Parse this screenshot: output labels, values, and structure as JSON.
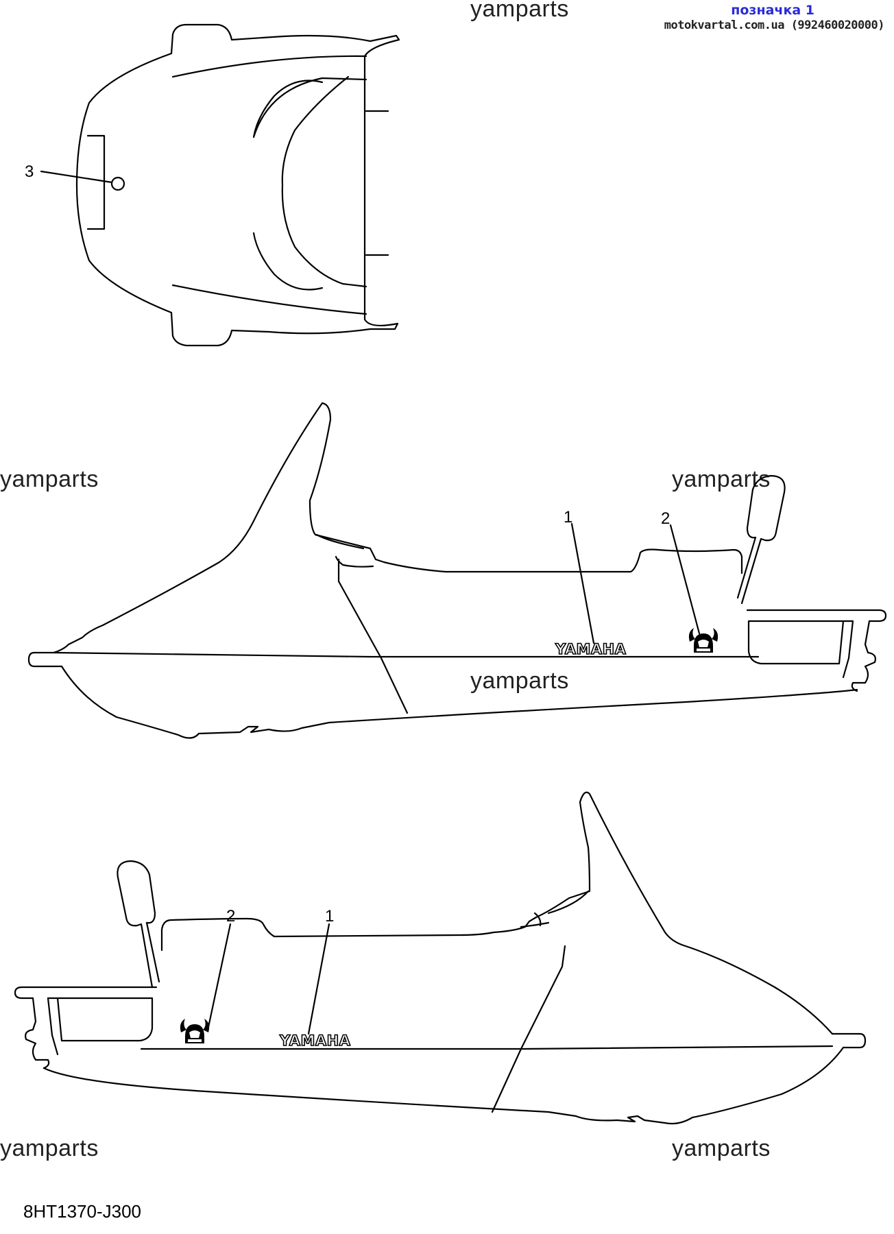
{
  "header": {
    "title": "позначка 1",
    "site": "motokvartal.com.ua (992460020000)"
  },
  "watermark": "yamparts",
  "part_code": "8HT1370-J300",
  "callouts": {
    "label_1": "1",
    "label_2": "2",
    "label_3": "3"
  },
  "decals": {
    "brand_text": "YAMAHA"
  },
  "icons": {
    "helmet": "viking-helmet-icon"
  }
}
